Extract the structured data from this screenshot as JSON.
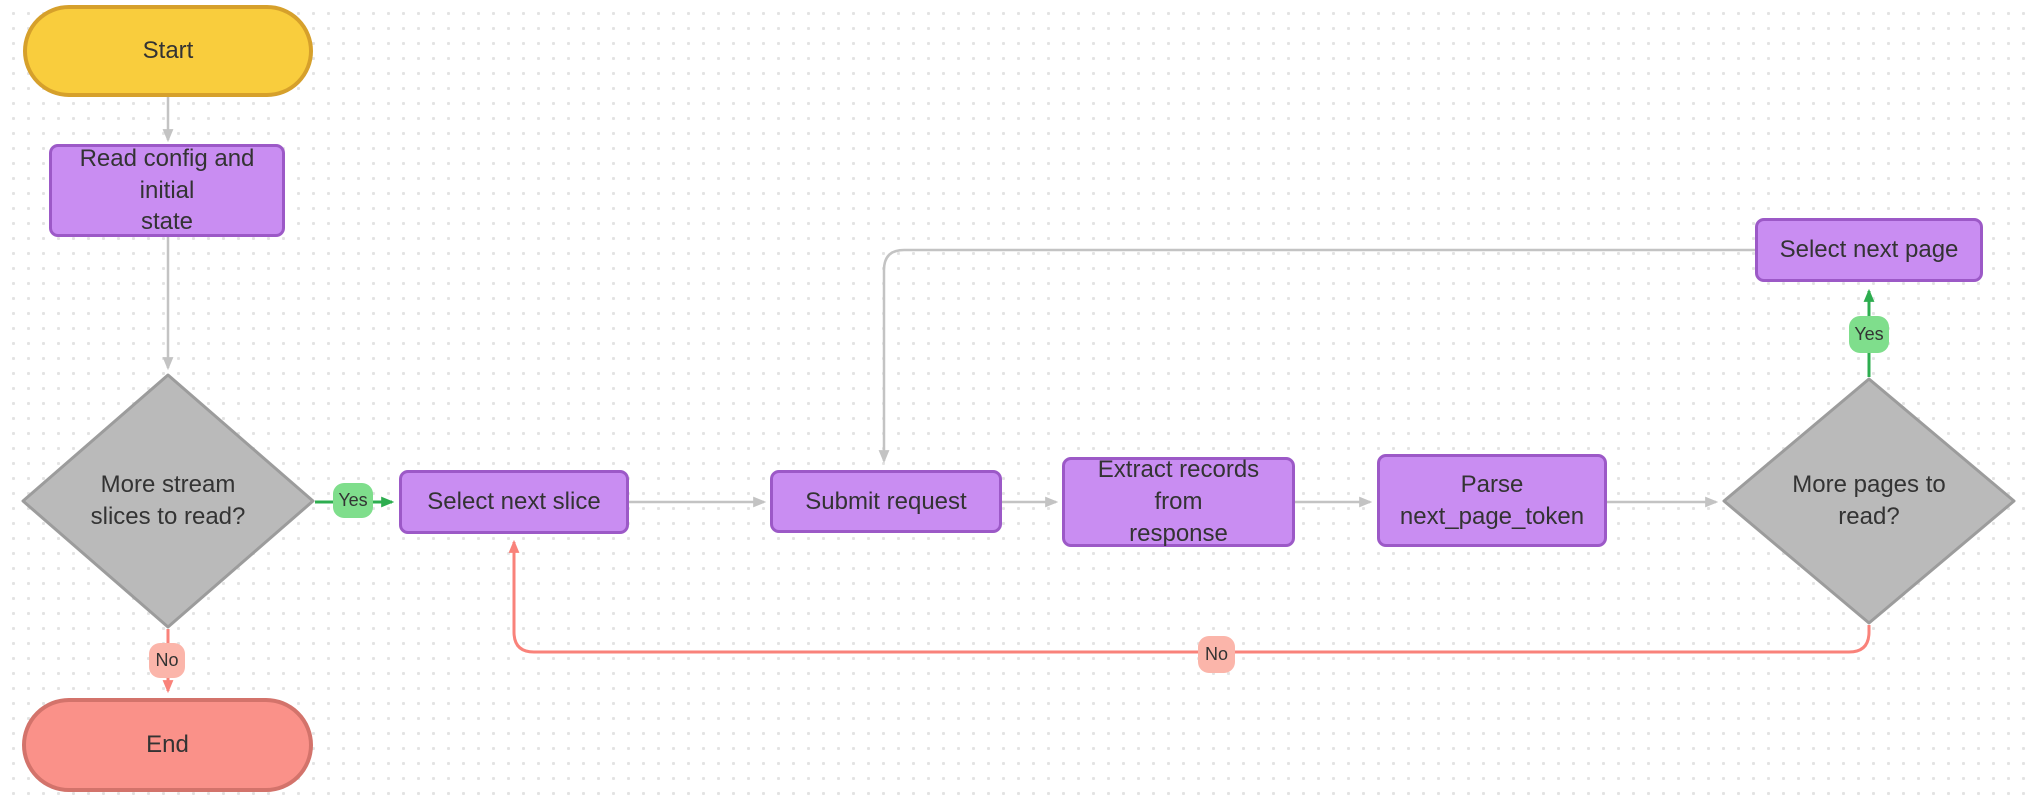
{
  "diagram": {
    "nodes": {
      "start": {
        "label": "Start"
      },
      "read_config": {
        "label": "Read config and initial\nstate"
      },
      "more_slices": {
        "label": "More stream\nslices to read?"
      },
      "select_next_slice": {
        "label": "Select next slice"
      },
      "submit_request": {
        "label": "Submit request"
      },
      "extract_records": {
        "label": "Extract records from\nresponse"
      },
      "parse_token": {
        "label": "Parse\nnext_page_token"
      },
      "more_pages": {
        "label": "More pages to\nread?"
      },
      "select_next_page": {
        "label": "Select next page"
      },
      "end": {
        "label": "End"
      }
    },
    "edge_labels": {
      "more_slices_yes": "Yes",
      "more_slices_no": "No",
      "more_pages_yes": "Yes",
      "more_pages_no": "No"
    },
    "colors": {
      "terminal_start_fill": "#F9CD3D",
      "terminal_start_border": "#D6A02B",
      "terminal_end_fill": "#FA9189",
      "terminal_end_border": "#D3736B",
      "process_fill": "#C98DF2",
      "process_border": "#9C59C7",
      "decision_fill": "#BABABA",
      "decision_border": "#9C9C9C",
      "yes_badge_fill": "#7FDE8C",
      "no_badge_fill": "#FBB5AA",
      "edge_gray": "#C3C3C3",
      "edge_green": "#2DAD4F",
      "edge_red": "#F9827A",
      "text": "#333333",
      "canvas_dot": "#E3E3E3",
      "canvas_bg": "#FFFFFF"
    }
  }
}
